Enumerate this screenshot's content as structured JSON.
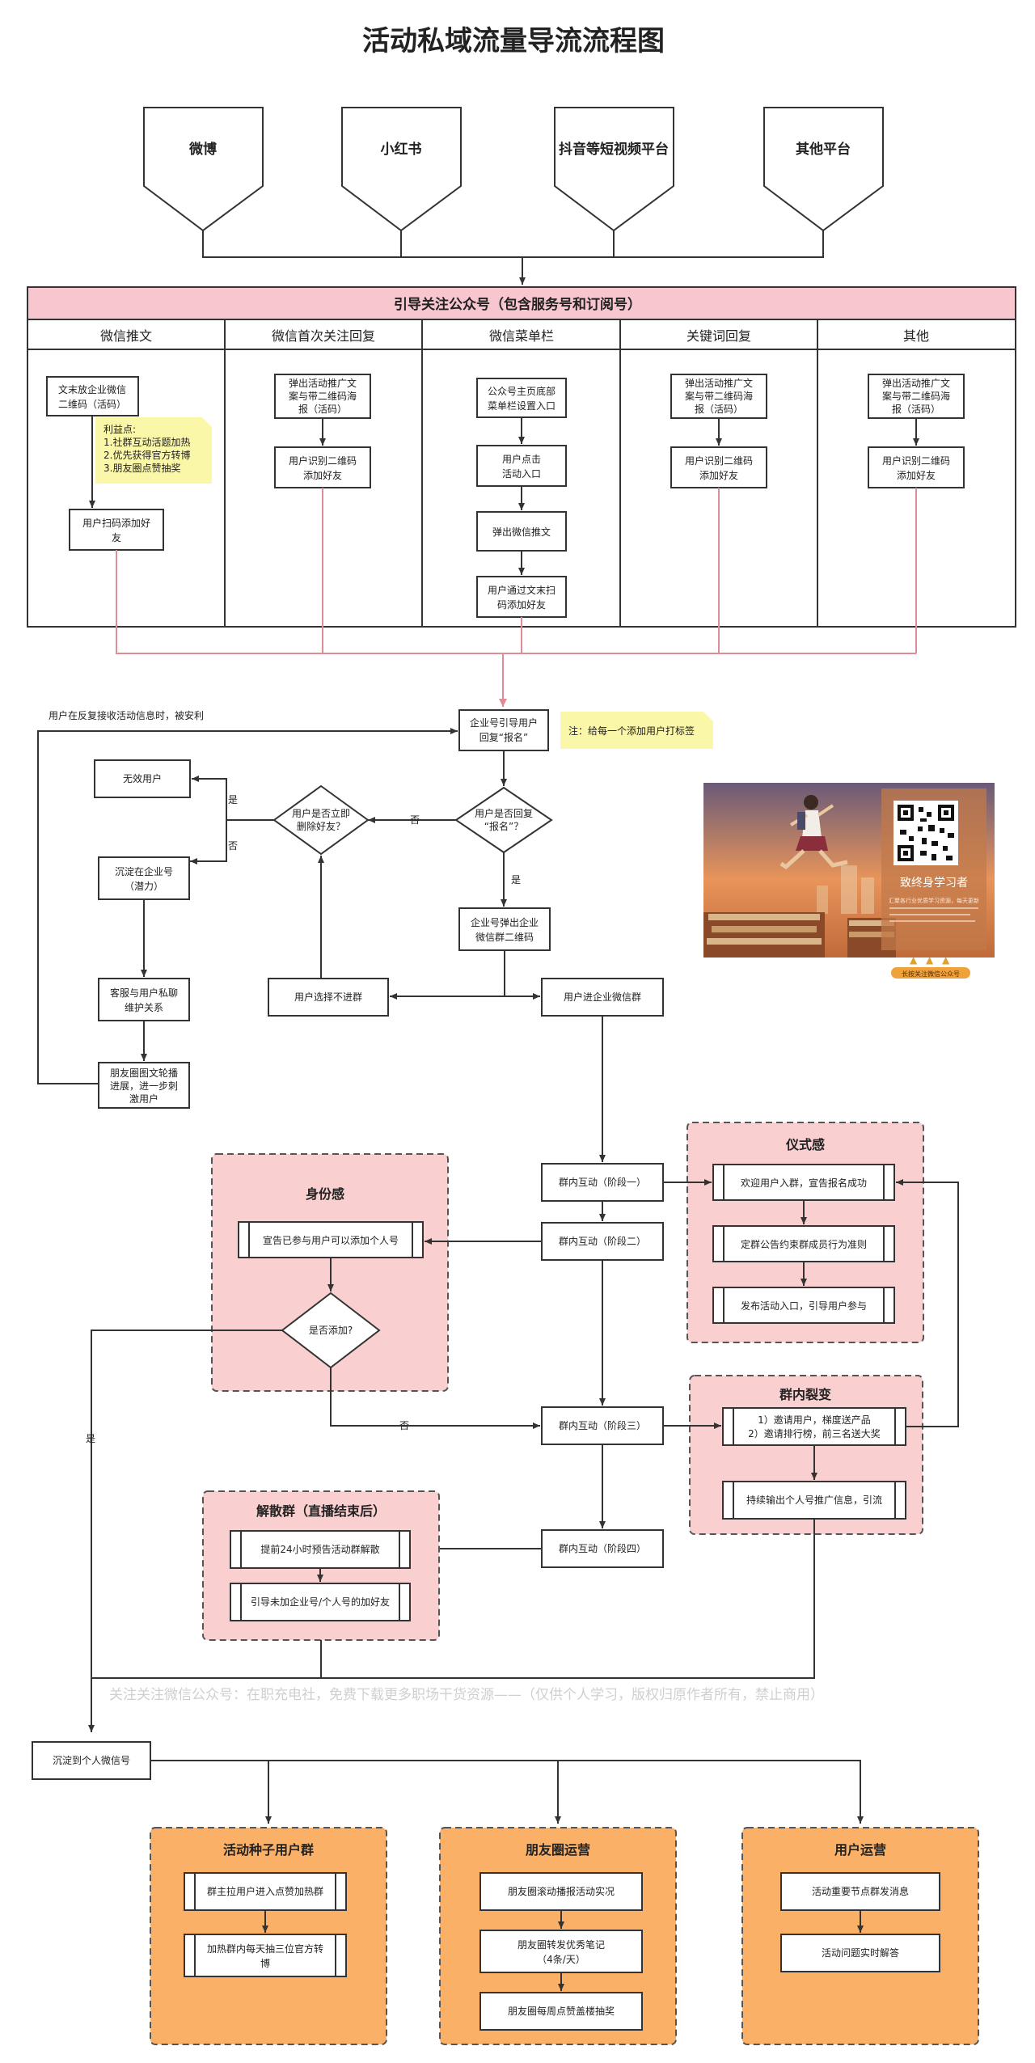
{
  "title": "活动私域流量导流流程图",
  "platforms": [
    "微博",
    "小红书",
    "抖音等短视频平台",
    "其他平台"
  ],
  "guide_header": "引导关注公众号（包含服务号和订阅号）",
  "columns": [
    "微信推文",
    "微信首次关注回复",
    "微信菜单栏",
    "关键词回复",
    "其他"
  ],
  "col1": {
    "box1": [
      "文末放企业微信",
      "二维码（活码）"
    ],
    "note": [
      "利益点:",
      "1.社群互动活题加热",
      "2.优先获得官方转博",
      "3.朋友圈点赞抽奖"
    ],
    "box2": [
      "用户扫码添加好",
      "友"
    ]
  },
  "col2": {
    "box1": [
      "弹出活动推广文",
      "案与带二维码海",
      "报（活码）"
    ],
    "box2": [
      "用户识别二维码",
      "添加好友"
    ]
  },
  "col3": {
    "box1": [
      "公众号主页底部",
      "菜单栏设置入口"
    ],
    "box2": [
      "用户点击",
      "活动入口"
    ],
    "box3": [
      "弹出微信推文"
    ],
    "box4": [
      "用户通过文末扫",
      "码添加好友"
    ]
  },
  "col4": {
    "box1": [
      "弹出活动推广文",
      "案与带二维码海",
      "报（活码）"
    ],
    "box2": [
      "用户识别二维码",
      "添加好友"
    ]
  },
  "col5": {
    "box1": [
      "弹出活动推广文",
      "案与带二维码海",
      "报（活码）"
    ],
    "box2": [
      "用户识别二维码",
      "添加好友"
    ]
  },
  "flow": {
    "loop_text": "用户在反复接收活动信息时，被安利",
    "guide_reply": [
      "企业号引导用户",
      "回复“报名”"
    ],
    "tag_note": "注：给每一个添加用户打标签",
    "reply_check": [
      "用户是否回复",
      "“报名”？"
    ],
    "delete_check": [
      "用户是否立即",
      "删除好友？"
    ],
    "no": "否",
    "yes": "是",
    "invalid_user": "无效用户",
    "potential": [
      "沉淀在企业号",
      "（潜力）"
    ],
    "customer_service": [
      "客服与用户私聊",
      "维护关系"
    ],
    "moments": [
      "朋友圈图文轮播",
      "进展，进一步刺",
      "激用户"
    ],
    "popup_qr": [
      "企业号弹出企业",
      "微信群二维码"
    ],
    "not_join": "用户选择不进群",
    "join_group": "用户进企业微信群",
    "stage1": "群内互动（阶段一）",
    "stage2": "群内互动（阶段二）",
    "stage3": "群内互动（阶段三）",
    "stage4": "群内互动（阶段四）"
  },
  "identity": {
    "title": "身份感",
    "announce": "宣告已参与用户可以添加个人号",
    "added_check": "是否添加?"
  },
  "ritual": {
    "title": "仪式感",
    "items": [
      "欢迎用户入群，宣告报名成功",
      "定群公告约束群成员行为准则",
      "发布活动入口，引导用户参与"
    ]
  },
  "fission": {
    "title": "群内裂变",
    "item1": [
      "1）邀请用户，梯度送产品",
      "2）邀请排行榜，前三名送大奖"
    ],
    "item2": "持续输出个人号推广信息，引流"
  },
  "dismiss": {
    "title": "解散群（直播结束后）",
    "items": [
      "提前24小时预告活动群解散",
      "引导未加企业号/个人号的加好友"
    ]
  },
  "watermark": "关注关注微信公众号：在职充电社，免费下载更多职场干货资源——（仅供个人学习，版权归原作者所有，禁止商用）",
  "settle": "沉淀到个人微信号",
  "seed": {
    "title": "活动种子用户群",
    "items": [
      "群主拉用户进入点赞加热群",
      [
        "加热群内每天抽三位官方转",
        "博"
      ]
    ]
  },
  "moments_ops": {
    "title": "朋友圈运营",
    "items": [
      [
        "朋友圈滚动播报活动实况"
      ],
      [
        "朋友圈转发优秀笔记",
        "（4条/天）"
      ],
      [
        "朋友圈每周点赞盖楼抽奖"
      ]
    ]
  },
  "user_ops": {
    "title": "用户运营",
    "items": [
      "活动重要节点群发消息",
      "活动问题实时解答"
    ]
  },
  "ad": {
    "brand": "致终身学习者",
    "desc": "汇聚各行业优质学习资源，每天更新",
    "button": "长按关注微信公众号"
  },
  "colors": {
    "pink_header": "#f7c6ce",
    "pink_panel": "#f9cfd0",
    "orange_panel": "#fbb068",
    "note_yellow": "#fbf7a8",
    "arrow_pink": "#e08c96"
  }
}
